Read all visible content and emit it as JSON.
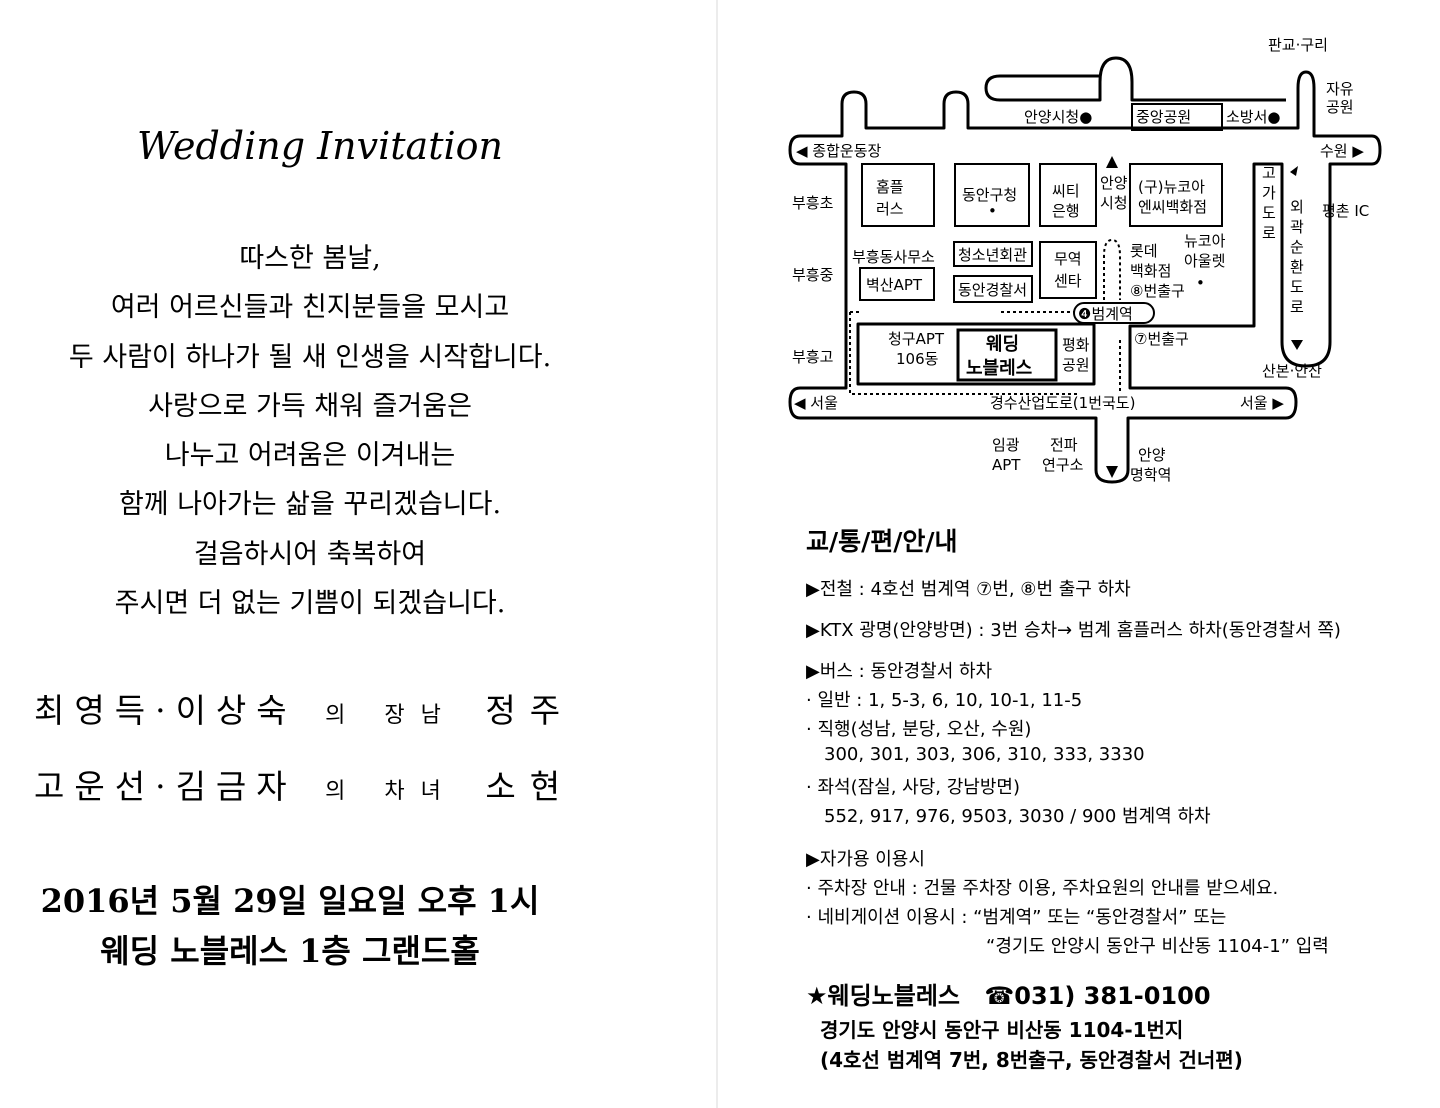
{
  "invitation": {
    "title": "Wedding Invitation",
    "poem": [
      "따스한 봄날,",
      "여러 어르신들과 친지분들을 모시고",
      "두 사람이 하나가 될 새 인생을 시작합니다.",
      "사랑으로 가득 채워 즐거움은",
      "나누고 어려움은 이겨내는",
      "함께 나아가는 삶을 꾸리겠습니다.",
      "걸음하시어 축복하여",
      "주시면 더 없는 기쁨이 되겠습니다."
    ],
    "groom_family": {
      "parents": "최영득·이상숙",
      "relation": "의 장남",
      "name": "정주"
    },
    "bride_family": {
      "parents": "고운선·김금자",
      "relation": "의 차녀",
      "name": "소현"
    },
    "date_line": "2016년 5월 29일 일요일 오후 1시",
    "venue_line": "웨딩 노블레스 1층 그랜드홀"
  },
  "map": {
    "labels": {
      "pangyo": "판교·구리",
      "jayu": "자유",
      "jayu2": "공원",
      "anyang_cityhall_dot": "안양시청●",
      "jungang": "중앙공원",
      "sobang": "소방서●",
      "jonghap": "◀ 종합운동장",
      "suwon": "수원 ▶",
      "buheungcho": "부흥초",
      "homeplus1": "홈플",
      "homeplus2": "러스",
      "dongan_gucheong": "동안구청",
      "citi1": "씨티",
      "citi2": "은행",
      "anyang_si1": "안양",
      "anyang_si2": "시청",
      "newcore1": "(구)뉴코아",
      "newcore2": "엔씨백화점",
      "gogadoro": [
        "고",
        "가",
        "도",
        "로"
      ],
      "pyeongchon_ic": "평촌 IC",
      "oegwak": [
        "외",
        "곽",
        "순",
        "환",
        "도",
        "로"
      ],
      "buheungjung": "부흥중",
      "buheung_office": "부흥동사무소",
      "byeoksan": "벽산APT",
      "youth_center": "청소년회관",
      "police": "동안경찰서",
      "trade1": "무역",
      "trade2": "센타",
      "lotte1": "롯데",
      "lotte2": "백화점",
      "exit8": "⑧번출구",
      "newcore_outlet1": "뉴코아",
      "newcore_outlet2": "아울렛",
      "station": "❹범계역",
      "exit7": "⑦번출구",
      "buheunggo": "부흥고",
      "cheonggu1": "청구APT",
      "cheonggu2": "106동",
      "wedding1": "웨딩",
      "wedding2": "노블레스",
      "peace1": "평화",
      "peace2": "공원",
      "sanbon": "산본·안산",
      "seoul_left": "◀ 서울",
      "gyeongsu": "경수산업도로(1번국도)",
      "seoul_right": "서울 ▶",
      "imgwang1": "임광",
      "imgwang2": "APT",
      "jeonpa1": "전파",
      "jeonpa2": "연구소",
      "myeonghak1": "안양",
      "myeonghak2": "명학역"
    }
  },
  "transport": {
    "heading": "교/통/편/안/내",
    "lines": [
      "▶전철 : 4호선 범계역 ⑦번, ⑧번 출구 하차",
      "▶KTX 광명(안양방면) : 3번 승차→ 범계 홈플러스 하차(동안경찰서 쪽)",
      "▶버스 : 동안경찰서 하차",
      "· 일반 : 1, 5-3, 6, 10, 10-1, 11-5",
      "· 직행(성남, 분당, 오산, 수원)",
      "300, 301, 303, 306, 310, 333, 3330",
      "· 좌석(잠실, 사당, 강남방면)",
      "552, 917, 976, 9503, 3030 / 900 범계역 하차",
      "▶자가용 이용시",
      "· 주차장 안내 : 건물 주차장 이용, 주차요원의 안내를 받으세요.",
      "· 네비게이션 이용시 : “범계역” 또는 “동안경찰서” 또는",
      "“경기도 안양시 동안구 비산동 1104-1” 입력"
    ],
    "venue_name": "★웨딩노블레스",
    "phone": "☎031) 381-0100",
    "address1": "경기도 안양시 동안구 비산동 1104-1번지",
    "address2": "(4호선 범계역 7번, 8번출구, 동안경찰서 건너편)"
  }
}
